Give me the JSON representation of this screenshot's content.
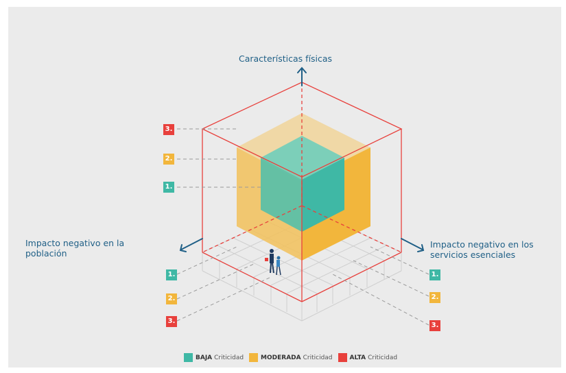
{
  "axes": {
    "vertical": "Características físicas",
    "left": "Impacto negativo en la población",
    "right": "Impacto negativo en los servicios esenciales"
  },
  "levels": {
    "one": "1.",
    "two": "2.",
    "three": "3."
  },
  "legend": [
    {
      "level": "BAJA",
      "text": "Criticidad",
      "color": "#3fb8a5"
    },
    {
      "level": "MODERADA",
      "text": "Criticidad",
      "color": "#f2b63c"
    },
    {
      "level": "ALTA",
      "text": "Criticidad",
      "color": "#e8403c"
    }
  ],
  "colors": {
    "baja": "#3fb8a5",
    "moderada": "#f2b63c",
    "alta": "#e8403c",
    "axis": "#1f5f86"
  }
}
